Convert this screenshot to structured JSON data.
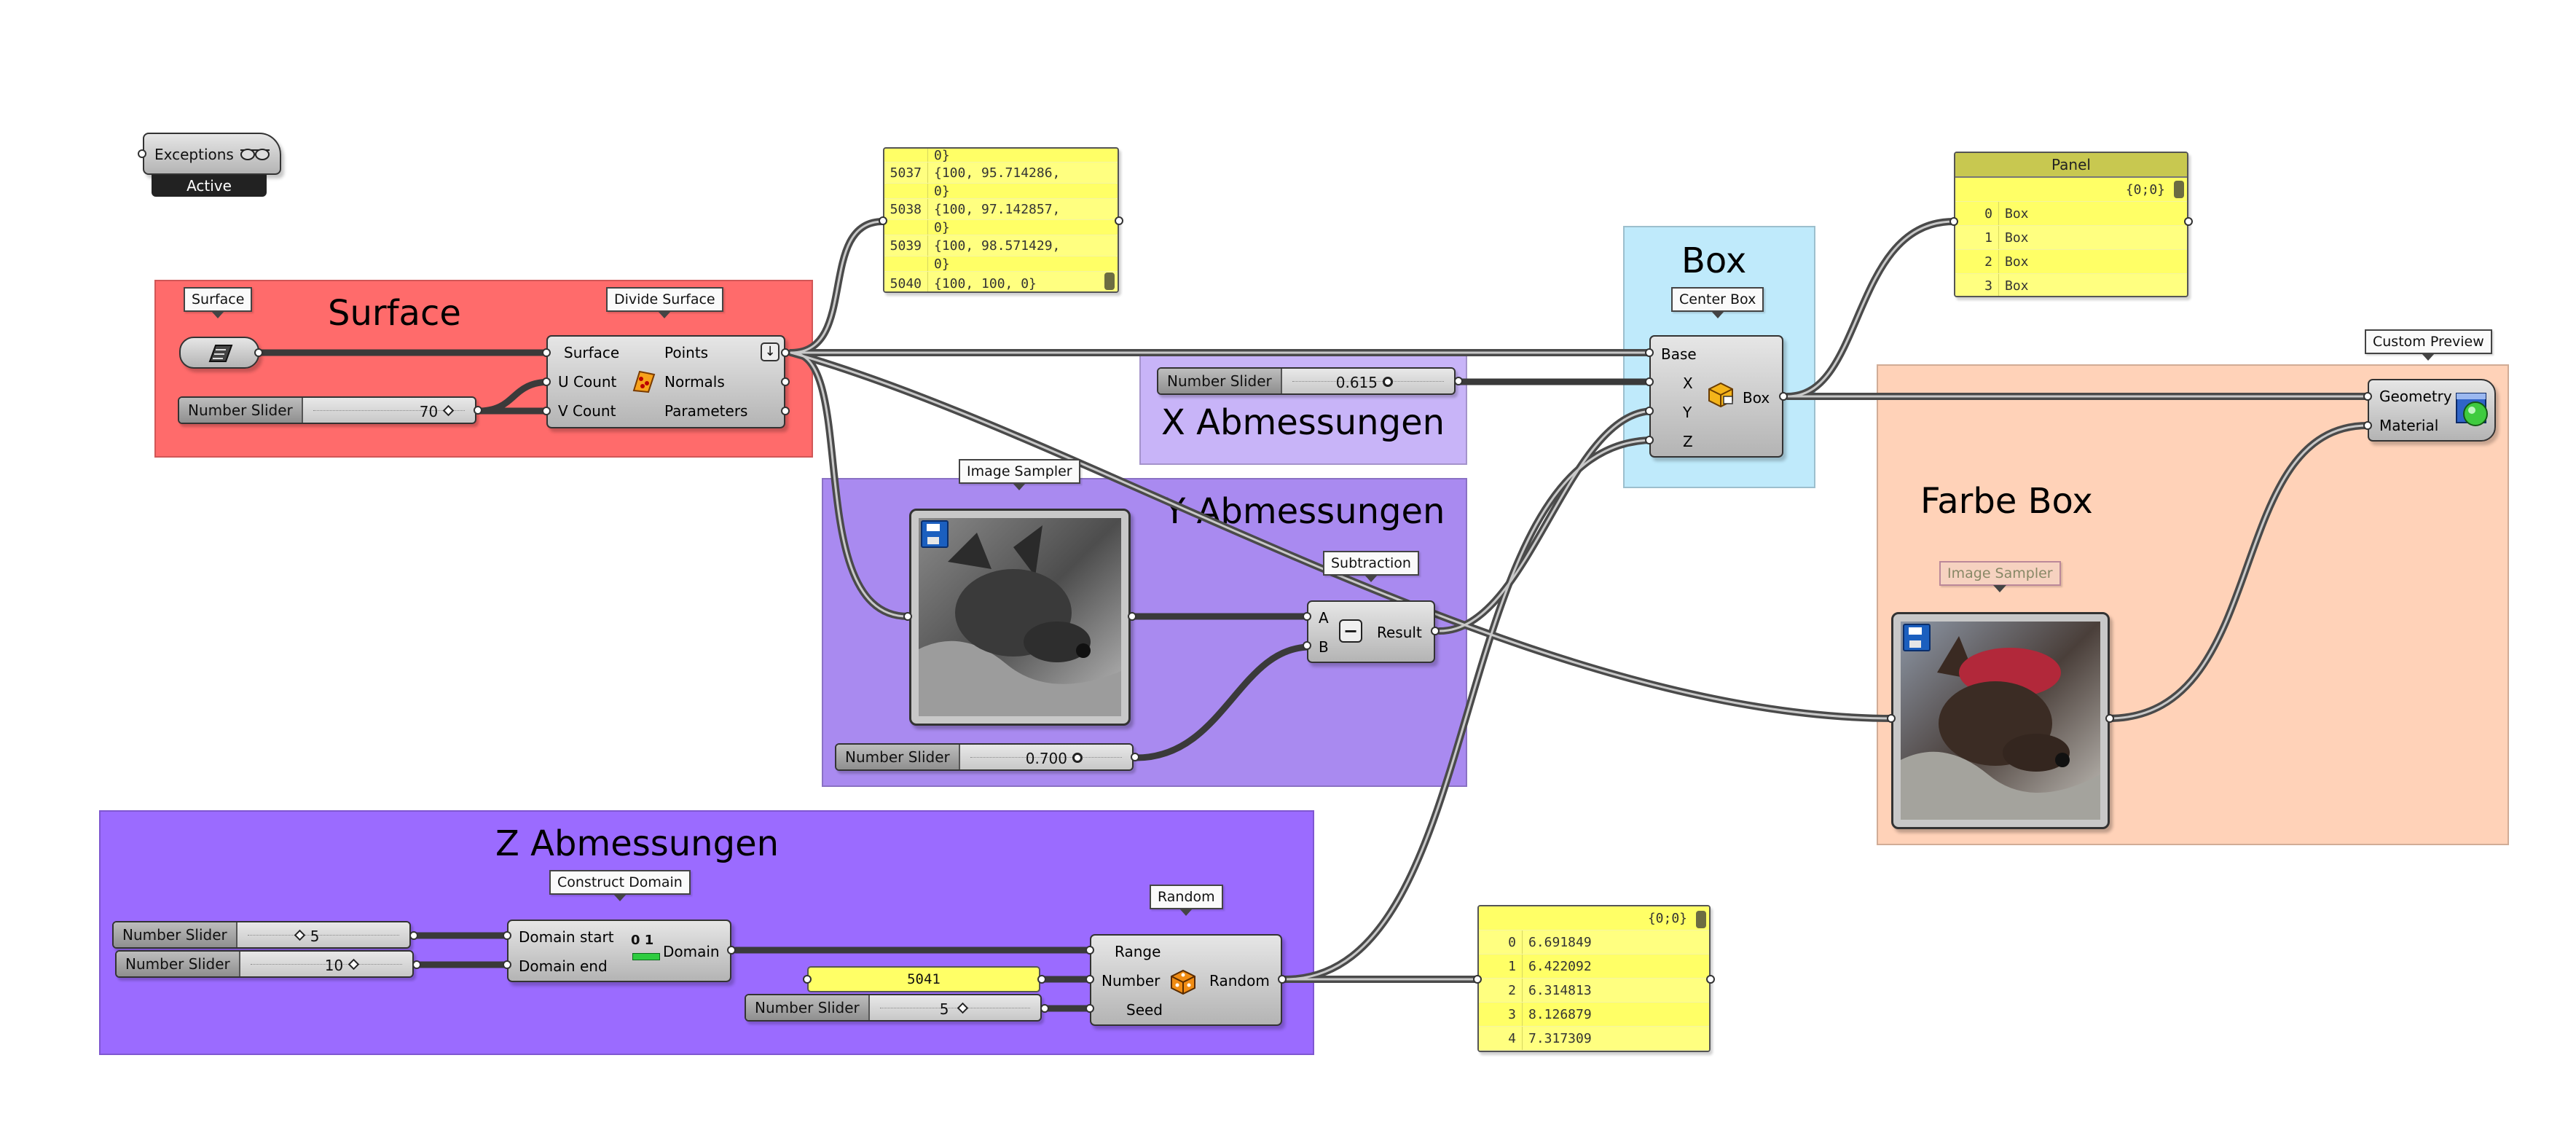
{
  "exceptions": {
    "label": "Exceptions",
    "status": "Active"
  },
  "groups": {
    "surface": {
      "title": "Surface",
      "color": "#ff6b6b"
    },
    "x": {
      "title": "X Abmessungen",
      "color": "#c8b4f8"
    },
    "y": {
      "title": "Y Abmessungen",
      "color": "#a98af0"
    },
    "z": {
      "title": "Z Abmessungen",
      "color": "#9b6bff"
    },
    "box": {
      "title": "Box",
      "color": "#bfeafb"
    },
    "farbe": {
      "title": "Farbe Box",
      "color": "#ffd2b8"
    }
  },
  "tags": {
    "surface": "Surface",
    "divide_surface": "Divide Surface",
    "image_sampler_y": "Image Sampler",
    "subtraction": "Subtraction",
    "center_box": "Center Box",
    "custom_preview": "Custom Preview",
    "image_sampler_farbe": "Image Sampler",
    "construct_domain": "Construct Domain",
    "random": "Random"
  },
  "divide_surface": {
    "inputs": [
      "Surface",
      "U Count",
      "V Count"
    ],
    "outputs": [
      "Points",
      "Normals",
      "Parameters"
    ]
  },
  "subtraction": {
    "inputs": [
      "A",
      "B"
    ],
    "output": "Result",
    "symbol": "−"
  },
  "center_box": {
    "inputs": [
      "Base",
      "X",
      "Y",
      "Z"
    ],
    "output": "Box"
  },
  "custom_preview": {
    "inputs": [
      "Geometry",
      "Material"
    ]
  },
  "construct_domain": {
    "inputs": [
      "Domain start",
      "Domain end"
    ],
    "output": "Domain",
    "glyph": "0 1"
  },
  "random_node": {
    "inputs": [
      "Range",
      "Number",
      "Seed"
    ],
    "output": "Random"
  },
  "sliders": {
    "uv": {
      "label": "Number Slider",
      "value": "70"
    },
    "x": {
      "label": "Number Slider",
      "value": "0.615"
    },
    "y": {
      "label": "Number Slider",
      "value": "0.700"
    },
    "zstart": {
      "label": "Number Slider",
      "value": "5"
    },
    "zend": {
      "label": "Number Slider",
      "value": "10"
    },
    "seed": {
      "label": "Number Slider",
      "value": "5"
    }
  },
  "number_panel": {
    "value": "5041"
  },
  "points_panel": {
    "rows": [
      {
        "idx": "",
        "text": "0}"
      },
      {
        "idx": "5037",
        "text": "{100, 95.714286,"
      },
      {
        "idx": "",
        "text": "0}"
      },
      {
        "idx": "5038",
        "text": "{100, 97.142857,"
      },
      {
        "idx": "",
        "text": "0}"
      },
      {
        "idx": "5039",
        "text": "{100, 98.571429,"
      },
      {
        "idx": "",
        "text": "0}"
      },
      {
        "idx": "5040",
        "text": "{100, 100, 0}"
      }
    ]
  },
  "box_panel": {
    "title": "Panel",
    "path": "{0;0}",
    "rows": [
      {
        "idx": "0",
        "text": "Box"
      },
      {
        "idx": "1",
        "text": "Box"
      },
      {
        "idx": "2",
        "text": "Box"
      },
      {
        "idx": "3",
        "text": "Box"
      }
    ]
  },
  "random_panel": {
    "path": "{0;0}",
    "rows": [
      {
        "idx": "0",
        "text": "6.691849"
      },
      {
        "idx": "1",
        "text": "6.422092"
      },
      {
        "idx": "2",
        "text": "6.314813"
      },
      {
        "idx": "3",
        "text": "8.126879"
      },
      {
        "idx": "4",
        "text": "7.317309"
      }
    ]
  }
}
